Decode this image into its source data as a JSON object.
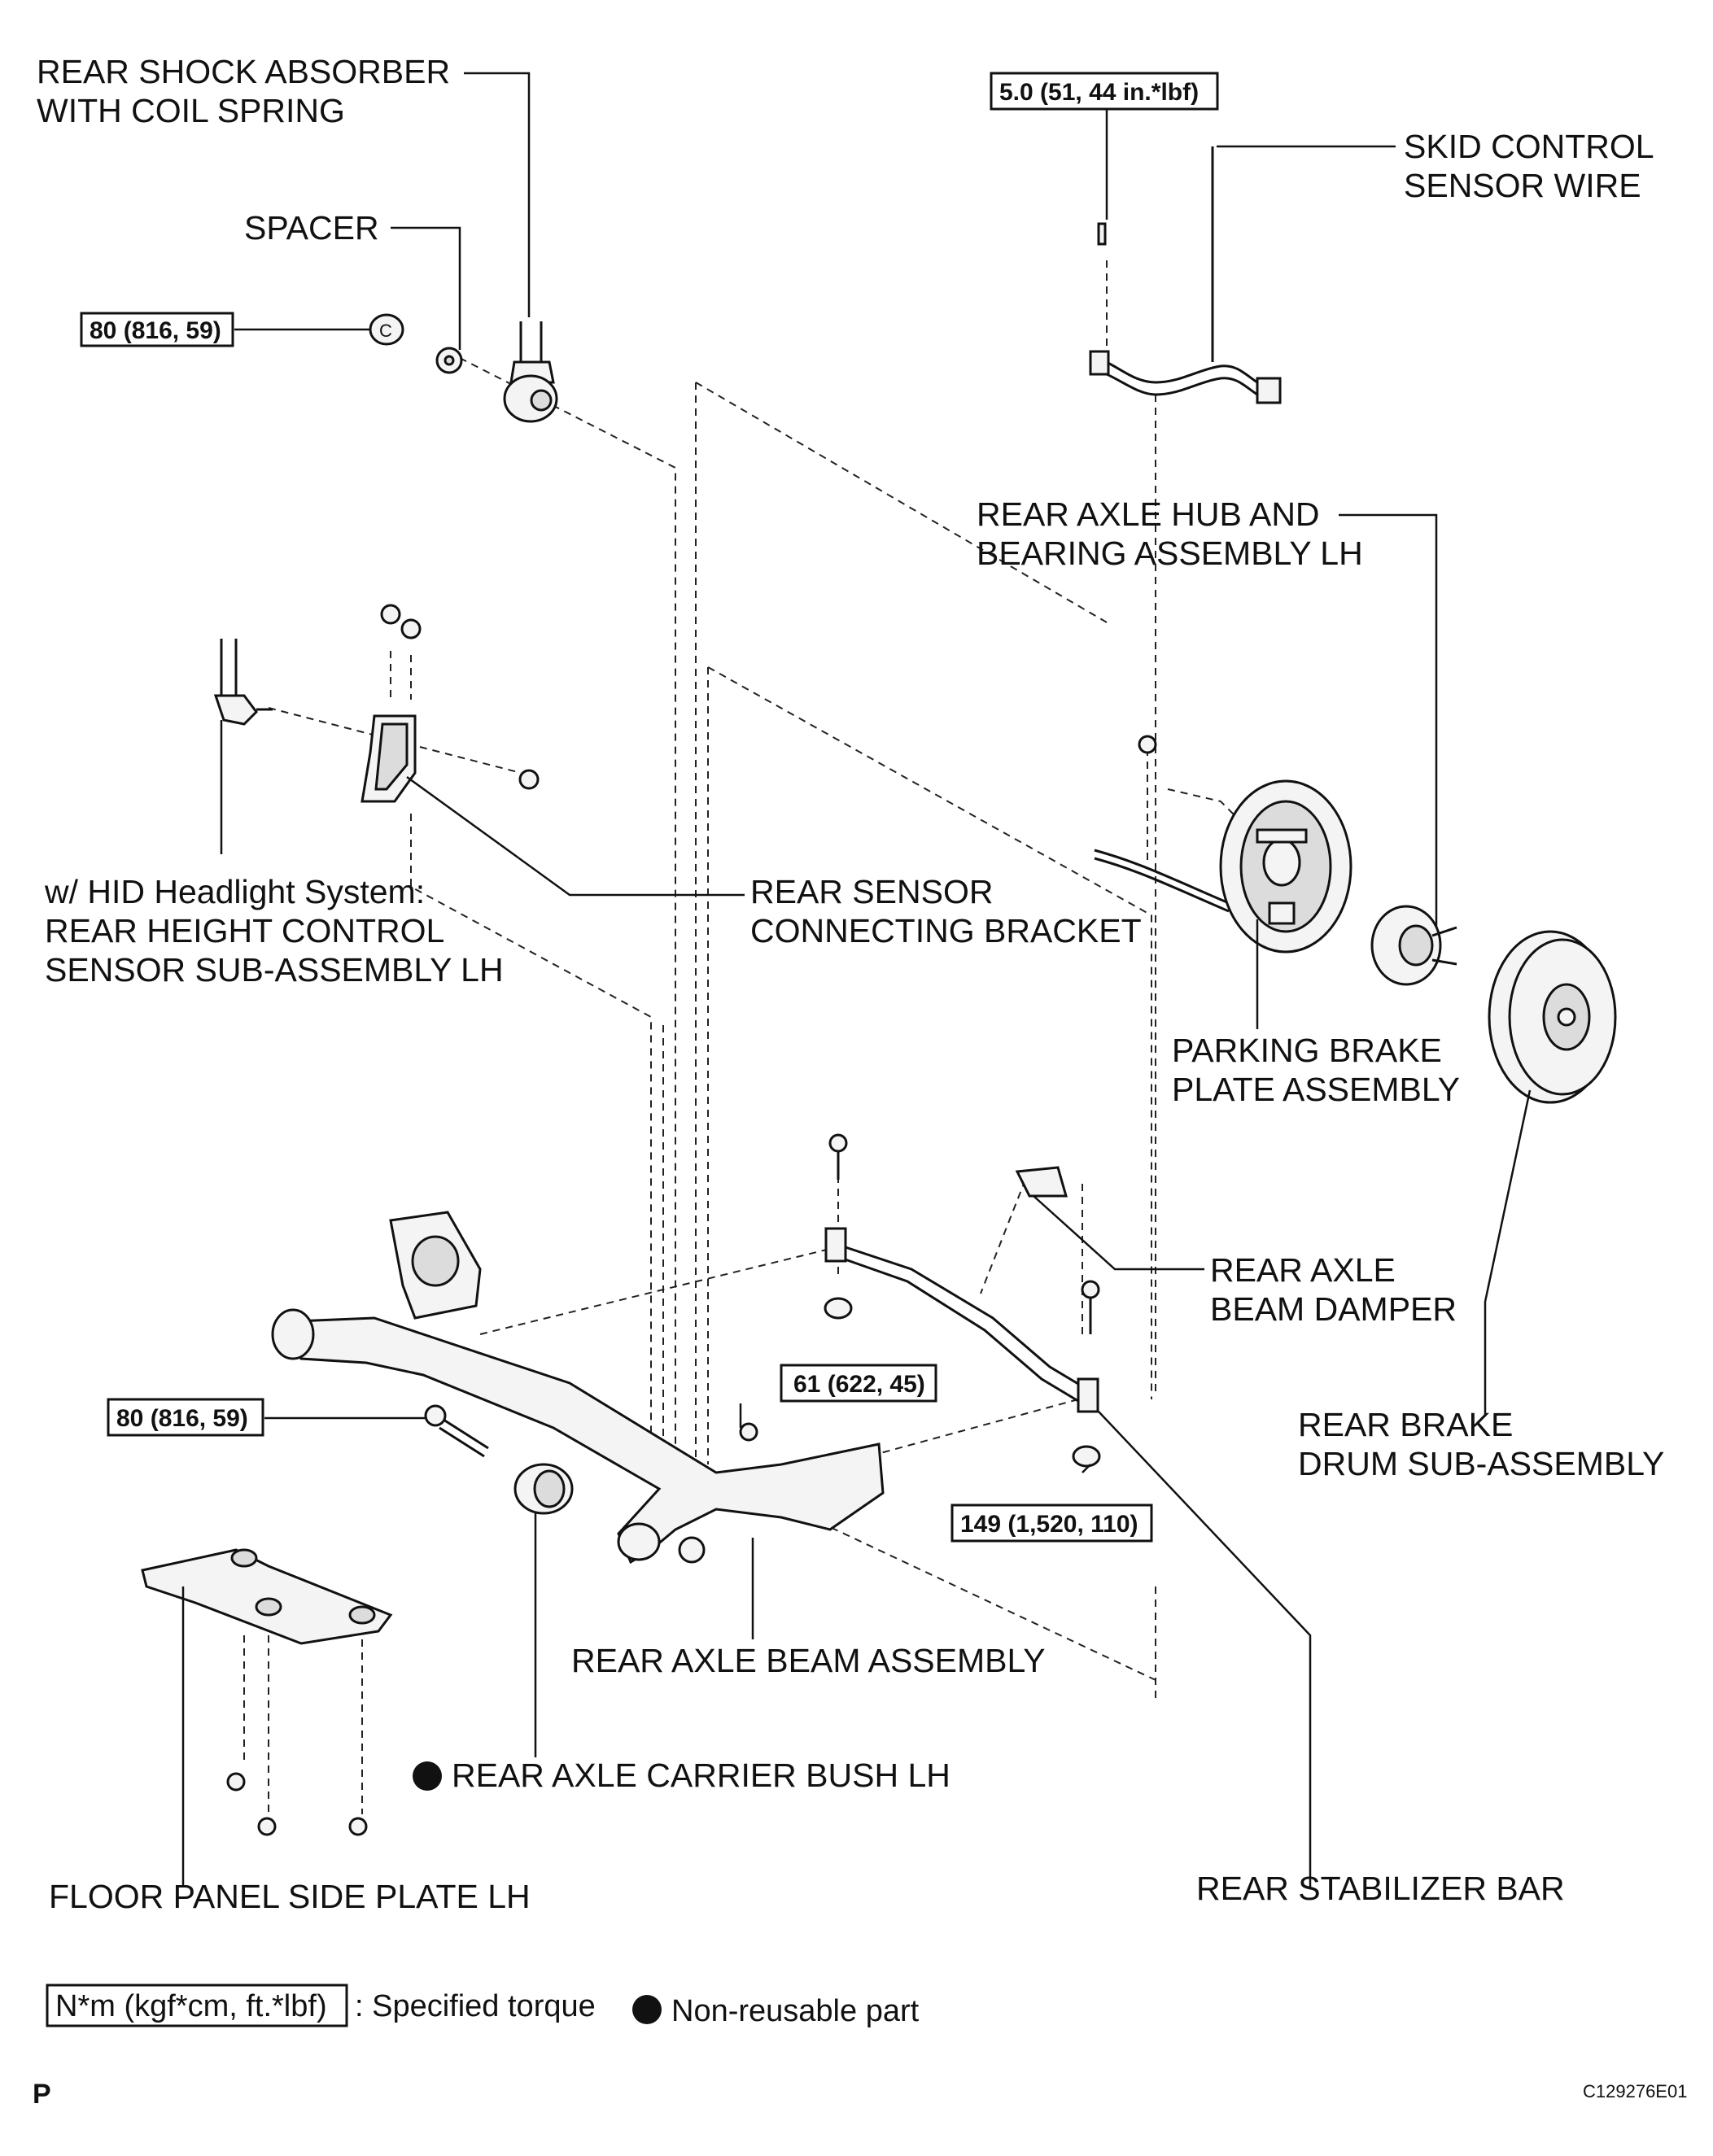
{
  "labels": {
    "shock_l1": "REAR SHOCK ABSORBER",
    "shock_l2": "WITH COIL SPRING",
    "spacer": "SPACER",
    "skid_l1": "SKID CONTROL",
    "skid_l2": "SENSOR WIRE",
    "hub_l1": "REAR AXLE HUB AND",
    "hub_l2": "BEARING ASSEMBLY LH",
    "hid_l1": "w/ HID Headlight System:",
    "hid_l2": "REAR HEIGHT CONTROL",
    "hid_l3": "SENSOR SUB-ASSEMBLY LH",
    "bracket_l1": "REAR SENSOR",
    "bracket_l2": "CONNECTING BRACKET",
    "parking_l1": "PARKING BRAKE",
    "parking_l2": "PLATE ASSEMBLY",
    "damper_l1": "REAR AXLE",
    "damper_l2": "BEAM DAMPER",
    "drum_l1": "REAR BRAKE",
    "drum_l2": "DRUM SUB-ASSEMBLY",
    "beam": "REAR AXLE BEAM ASSEMBLY",
    "bush": "REAR AXLE CARRIER BUSH LH",
    "floor": "FLOOR PANEL SIDE PLATE LH",
    "stabilizer": "REAR STABILIZER BAR"
  },
  "torques": {
    "t_shock": "80 (816, 59)",
    "t_sensor": "5.0 (51, 44 in.*lbf)",
    "t_beam": "80 (816, 59)",
    "t_61": "61 (622, 45)",
    "t_149": "149 (1,520, 110)"
  },
  "legend": {
    "unit_box": "N*m (kgf*cm, ft.*lbf)",
    "unit_text": ": Specified torque",
    "nonreusable": "Non-reusable part"
  },
  "footer": {
    "section_letter": "P",
    "figure_code": "C129276E01"
  },
  "colors": {
    "ink": "#111111",
    "background": "#ffffff"
  }
}
